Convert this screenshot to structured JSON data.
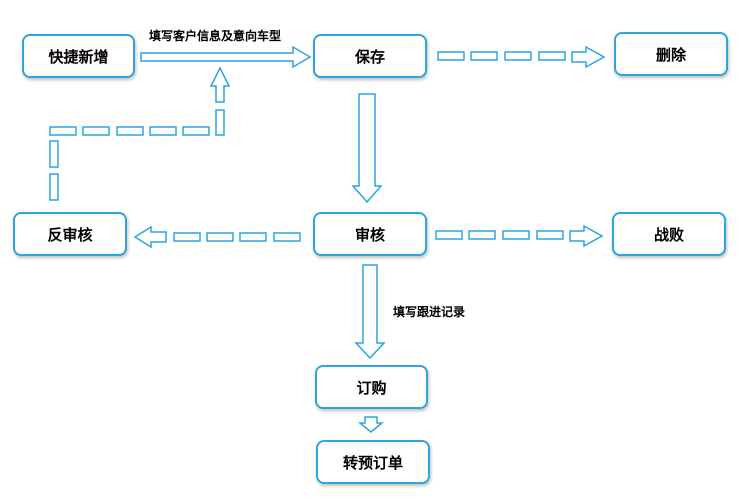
{
  "nodes": {
    "quick_add": "快捷新增",
    "save": "保存",
    "delete": "删除",
    "reverse_review": "反审核",
    "review": "审核",
    "defeat": "战败",
    "order": "订购",
    "to_preorder": "转预订单"
  },
  "labels": {
    "fill_customer_info": "填写客户信息及意向车型",
    "fill_followup": "填写跟进记录"
  },
  "colors": {
    "stroke": "#2ba6de",
    "text": "#000000",
    "background": "#ffffff"
  }
}
